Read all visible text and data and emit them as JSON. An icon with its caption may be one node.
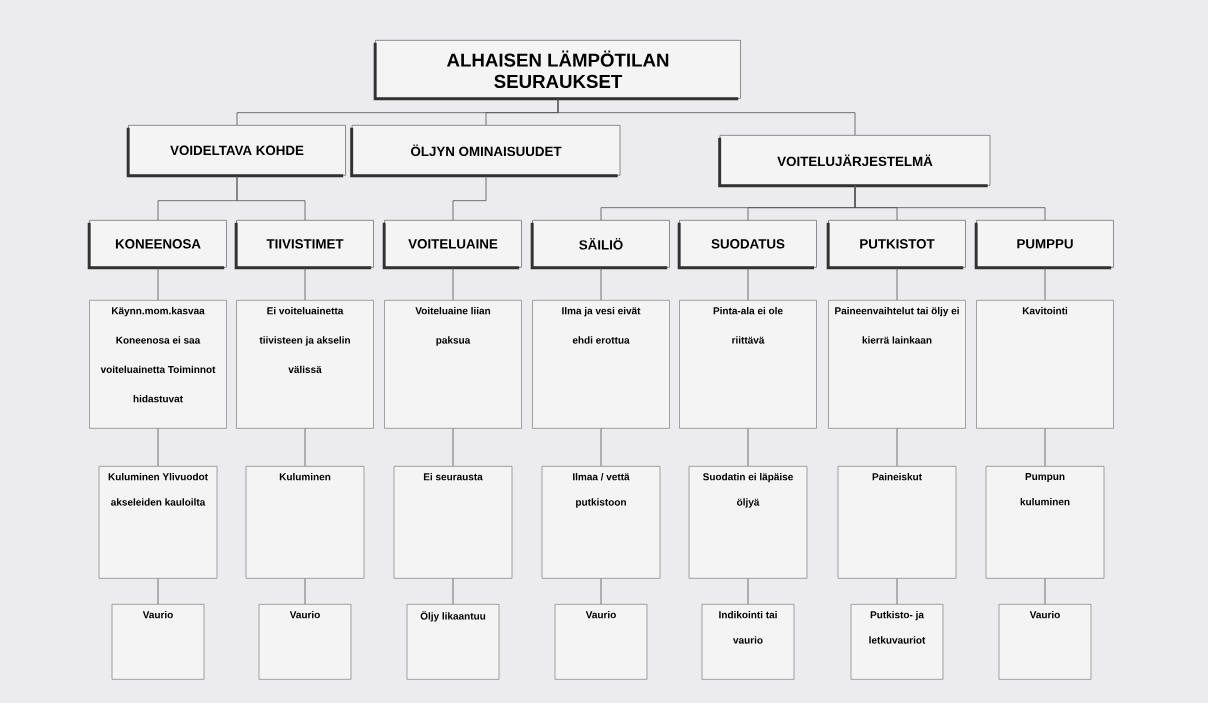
{
  "diagram": {
    "nodes": [
      {
        "text": [
          "ALHAISEN LÄMPÖTILAN SEURAUKSET"
        ]
      },
      {
        "text": [
          "VOIDELTAVA KOHDE"
        ]
      },
      {
        "text": [
          "ÖLJYN OMINAISUUDET"
        ]
      },
      {
        "text": [
          "VOITELUJÄRJESTELMÄ"
        ]
      },
      {
        "text": [
          "KONEENOSA"
        ]
      },
      {
        "text": [
          "TIIVISTIMET"
        ]
      },
      {
        "text": [
          "VOITELUAINE"
        ]
      },
      {
        "text": [
          "SÄILIÖ"
        ]
      },
      {
        "text": [
          "SUODATUS"
        ]
      },
      {
        "text": [
          "PUTKISTOT"
        ]
      },
      {
        "text": [
          "PUMPPU"
        ]
      },
      {
        "text": [
          "Käynn.mom.kasvaa Koneenosa ei saa voiteluainetta Toiminnot hidastuvat"
        ]
      },
      {
        "text": [
          "Ei voiteluainetta tiivisteen ja akselin välissä"
        ]
      },
      {
        "text": [
          "Voiteluaine liian paksua"
        ]
      },
      {
        "text": [
          "Ilma ja vesi eivät ehdi erottua"
        ]
      },
      {
        "text": [
          "Pinta-ala ei ole riittävä"
        ]
      },
      {
        "text": [
          "Paineenvaihtelut tai öljy ei kierrä lainkaan"
        ]
      },
      {
        "text": [
          "Kavitointi"
        ]
      },
      {
        "text": [
          "Kuluminen Ylivuodot akseleiden kauloilta"
        ]
      },
      {
        "text": [
          "Kuluminen"
        ]
      },
      {
        "text": [
          "Ei seurausta"
        ]
      },
      {
        "text": [
          "Ilmaa / vettä putkistoon"
        ]
      },
      {
        "text": [
          "Suodatin ei läpäise öljyä"
        ]
      },
      {
        "text": [
          "Paineiskut"
        ]
      },
      {
        "text": [
          "Pumpun kuluminen"
        ]
      },
      {
        "text": [
          "Vaurio"
        ]
      },
      {
        "text": [
          "Vaurio"
        ]
      },
      {
        "text": [
          "Öljy likaantuu"
        ]
      },
      {
        "text": [
          "Vaurio"
        ]
      },
      {
        "text": [
          "Indikointi tai vaurio"
        ]
      },
      {
        "text": [
          "Putkisto- ja letkuvauriot"
        ]
      },
      {
        "text": [
          "Vaurio"
        ]
      }
    ],
    "edges": [
      {
        "from": 0,
        "to": 1,
        "arrow": "none"
      },
      {
        "from": 0,
        "to": 2,
        "arrow": "none"
      },
      {
        "from": 0,
        "to": 3,
        "arrow": "none"
      },
      {
        "from": 1,
        "to": 4,
        "arrow": "none"
      },
      {
        "from": 1,
        "to": 5,
        "arrow": "none"
      },
      {
        "from": 2,
        "to": 6,
        "arrow": "none"
      },
      {
        "from": 3,
        "to": 7,
        "arrow": "none"
      },
      {
        "from": 3,
        "to": 8,
        "arrow": "none"
      },
      {
        "from": 3,
        "to": 9,
        "arrow": "none"
      },
      {
        "from": 3,
        "to": 10,
        "arrow": "none"
      },
      {
        "from": 4,
        "to": 11,
        "arrow": "none"
      },
      {
        "from": 5,
        "to": 12,
        "arrow": "none"
      },
      {
        "from": 6,
        "to": 13,
        "arrow": "none"
      },
      {
        "from": 7,
        "to": 14,
        "arrow": "none"
      },
      {
        "from": 8,
        "to": 15,
        "arrow": "none"
      },
      {
        "from": 9,
        "to": 16,
        "arrow": "none"
      },
      {
        "from": 10,
        "to": 17,
        "arrow": "none"
      },
      {
        "from": 11,
        "to": 18,
        "arrow": "none"
      },
      {
        "from": 12,
        "to": 19,
        "arrow": "none"
      },
      {
        "from": 13,
        "to": 20,
        "arrow": "none"
      },
      {
        "from": 14,
        "to": 21,
        "arrow": "none"
      },
      {
        "from": 15,
        "to": 22,
        "arrow": "none"
      },
      {
        "from": 16,
        "to": 23,
        "arrow": "none"
      },
      {
        "from": 17,
        "to": 24,
        "arrow": "none"
      },
      {
        "from": 18,
        "to": 25,
        "arrow": "none"
      },
      {
        "from": 19,
        "to": 26,
        "arrow": "none"
      },
      {
        "from": 20,
        "to": 27,
        "arrow": "none"
      },
      {
        "from": 21,
        "to": 28,
        "arrow": "none"
      },
      {
        "from": 22,
        "to": 29,
        "arrow": "none"
      },
      {
        "from": 23,
        "to": 30,
        "arrow": "none"
      },
      {
        "from": 24,
        "to": 31,
        "arrow": "none"
      }
    ]
  }
}
